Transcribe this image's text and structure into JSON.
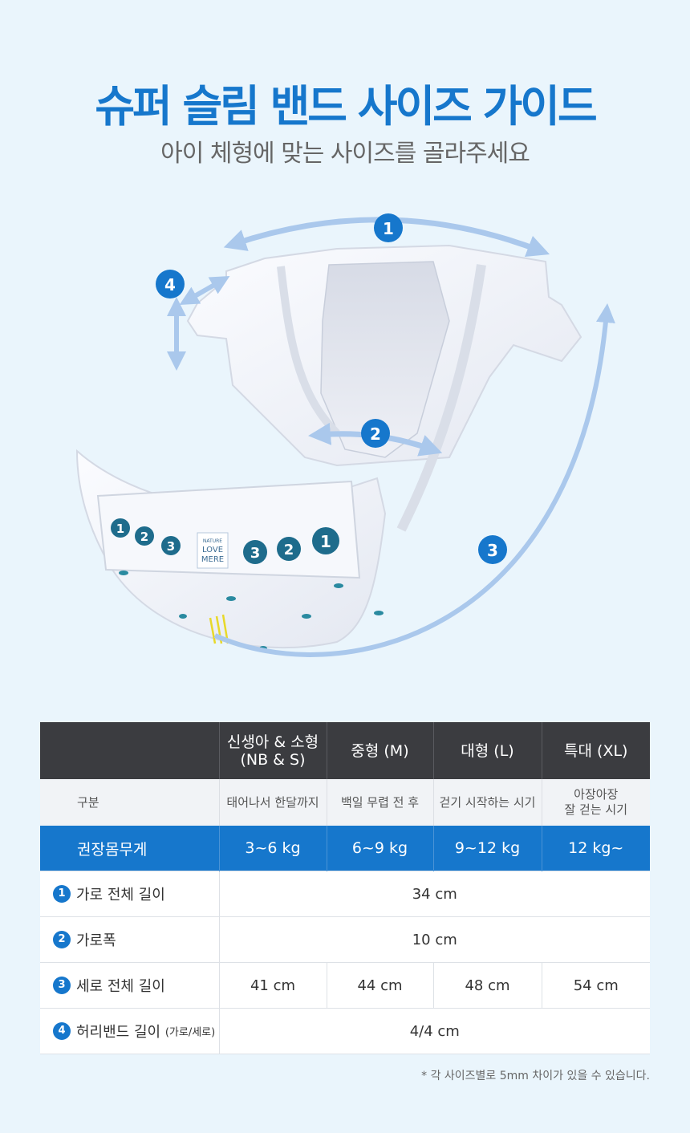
{
  "title": "슈퍼 슬림 밴드 사이즈 가이드",
  "subtitle": "아이 체형에 맞는 사이즈를 골라주세요",
  "illustration": {
    "markers": [
      "1",
      "2",
      "3",
      "4"
    ],
    "band_numbers": [
      "1",
      "2",
      "3",
      "3",
      "2",
      "1"
    ],
    "logo": [
      "NATURE",
      "LOVE",
      "MERE"
    ]
  },
  "colors": {
    "accent": "#1677cc",
    "header_bg": "#3b3c40",
    "page_bg": "#eaf5fc"
  },
  "table": {
    "columns": [
      {
        "line1": "신생아 & 소형",
        "line2": "(NB & S)"
      },
      {
        "line1": "중형 (M)",
        "line2": ""
      },
      {
        "line1": "대형 (L)",
        "line2": ""
      },
      {
        "line1": "특대 (XL)",
        "line2": ""
      }
    ],
    "stage_label": "구분",
    "stages": [
      {
        "line1": "태어나서 한달까지",
        "line2": ""
      },
      {
        "line1": "백일 무렵 전 후",
        "line2": ""
      },
      {
        "line1": "걷기 시작하는 시기",
        "line2": ""
      },
      {
        "line1": "아장아장",
        "line2": "잘 걷는 시기"
      }
    ],
    "weight_label": "권장몸무게",
    "weights": [
      "3~6 kg",
      "6~9 kg",
      "9~12 kg",
      "12 kg~"
    ],
    "rows": [
      {
        "num": "1",
        "label": "가로 전체 길이",
        "value": "34 cm"
      },
      {
        "num": "2",
        "label": "가로폭",
        "value": "10 cm"
      },
      {
        "num": "3",
        "label": "세로 전체 길이",
        "values": [
          "41 cm",
          "44 cm",
          "48 cm",
          "54 cm"
        ]
      },
      {
        "num": "4",
        "label": "허리밴드 길이",
        "label_small": "(가로/세로)",
        "value": "4/4 cm"
      }
    ]
  },
  "note": "* 각 사이즈별로 5mm 차이가 있을 수 있습니다."
}
